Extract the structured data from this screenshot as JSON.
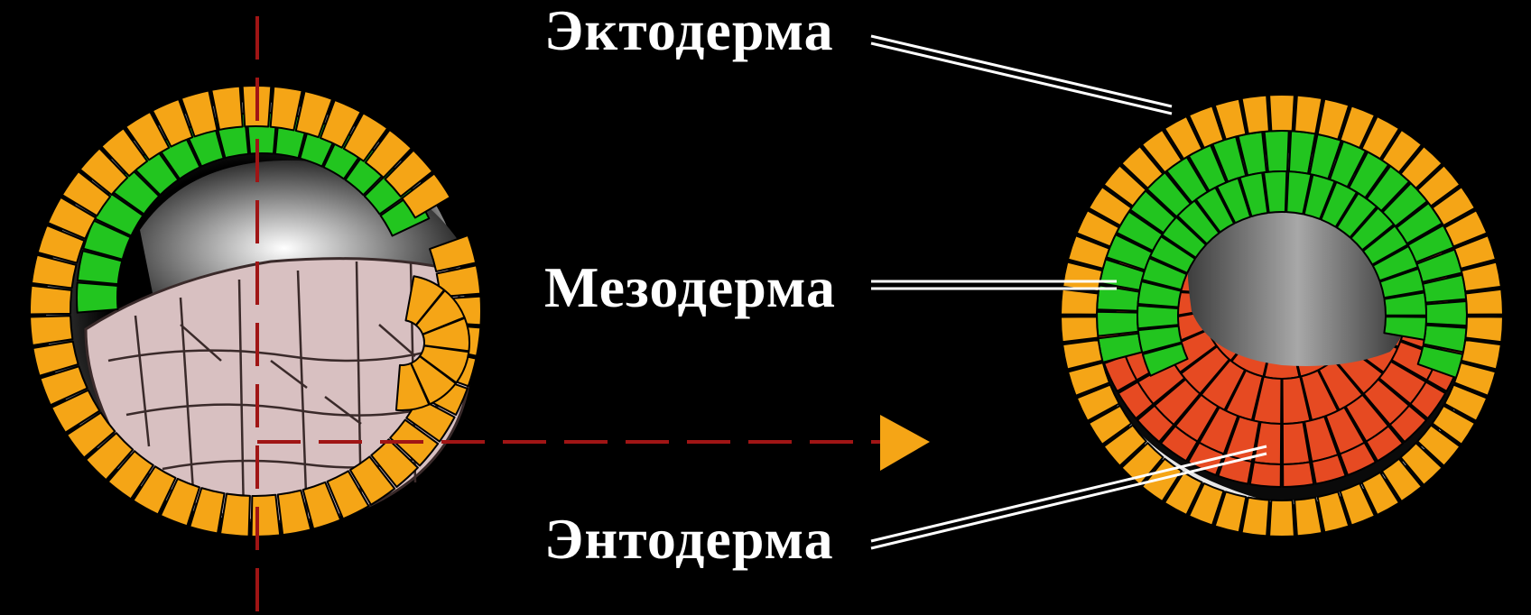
{
  "labels": {
    "ectoderm": "Эктодерма",
    "mesoderm": "Мезодерма",
    "endoderm": "Энтодерма"
  },
  "colors": {
    "ectoderm": "#f5a516",
    "mesoderm": "#22c51f",
    "endoderm": "#e64a22",
    "yolk": "#d8c0c1",
    "cell_border": "#3a2a2a",
    "guide_line": "#a01515",
    "arrow_head": "#f5a516"
  }
}
